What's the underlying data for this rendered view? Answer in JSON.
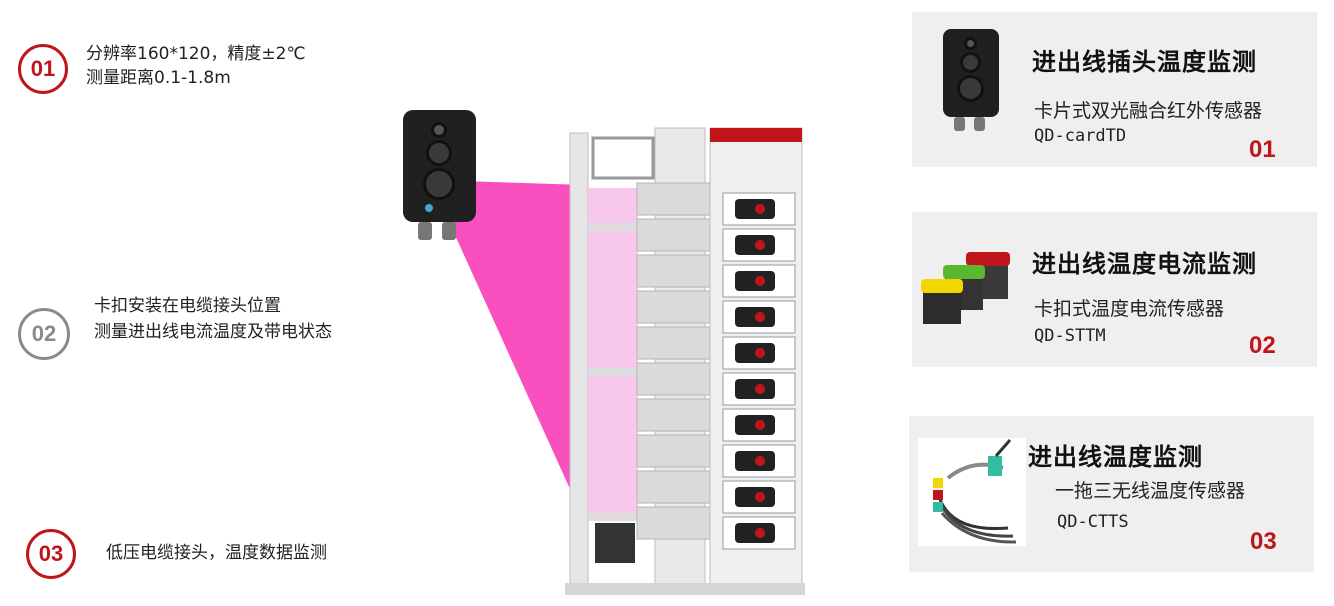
{
  "features": [
    {
      "num": "01",
      "line1": "分辨率160*120，精度±2℃",
      "line2": "测量距离0.1-1.8m"
    },
    {
      "num": "02",
      "line1": "卡扣安装在电缆接头位置",
      "line2": "测量进出线电流温度及带电状态"
    },
    {
      "num": "03",
      "line1": "低压电缆接头，温度数据监测"
    }
  ],
  "cards": [
    {
      "title": "进出线插头温度监测",
      "subtitle": "卡片式双光融合红外传感器",
      "model": "QD-cardTD",
      "num": "01"
    },
    {
      "title": "进出线温度电流监测",
      "subtitle": "卡扣式温度电流传感器",
      "model": "QD-STTM",
      "num": "02"
    },
    {
      "title": "进出线温度监测",
      "subtitle": "一拖三无线温度传感器",
      "model": "QD-CTTS",
      "num": "03"
    }
  ],
  "colors": {
    "accent_red": "#c0151b",
    "gray": "#8a8a8a",
    "beam_pink": "#f94fbf",
    "card_bg": "#efefef"
  },
  "icons": [
    "infrared-camera-icon",
    "clip-sensor-icon",
    "wireless-sensor-icon",
    "switchgear-cabinet-icon"
  ]
}
